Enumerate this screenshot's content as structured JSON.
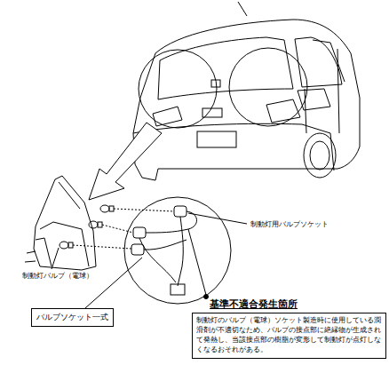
{
  "diagram": {
    "nodes": [
      {
        "text": [
          "バルブソケット一式"
        ]
      },
      {
        "text": [
          "基準不適合発生箇所",
          "制動灯のバルブ（電球）ソケット製造時に使用している潤滑剤が不適切なため、バルブの接点部に絶縁物が生成されて発熱し、当該接点部の樹脂が変形して制動灯が点灯しなくなるおそれがある。"
        ]
      }
    ],
    "labels": [
      "制動灯用バルブソケット",
      "制動灯バルブ（電球）"
    ]
  }
}
